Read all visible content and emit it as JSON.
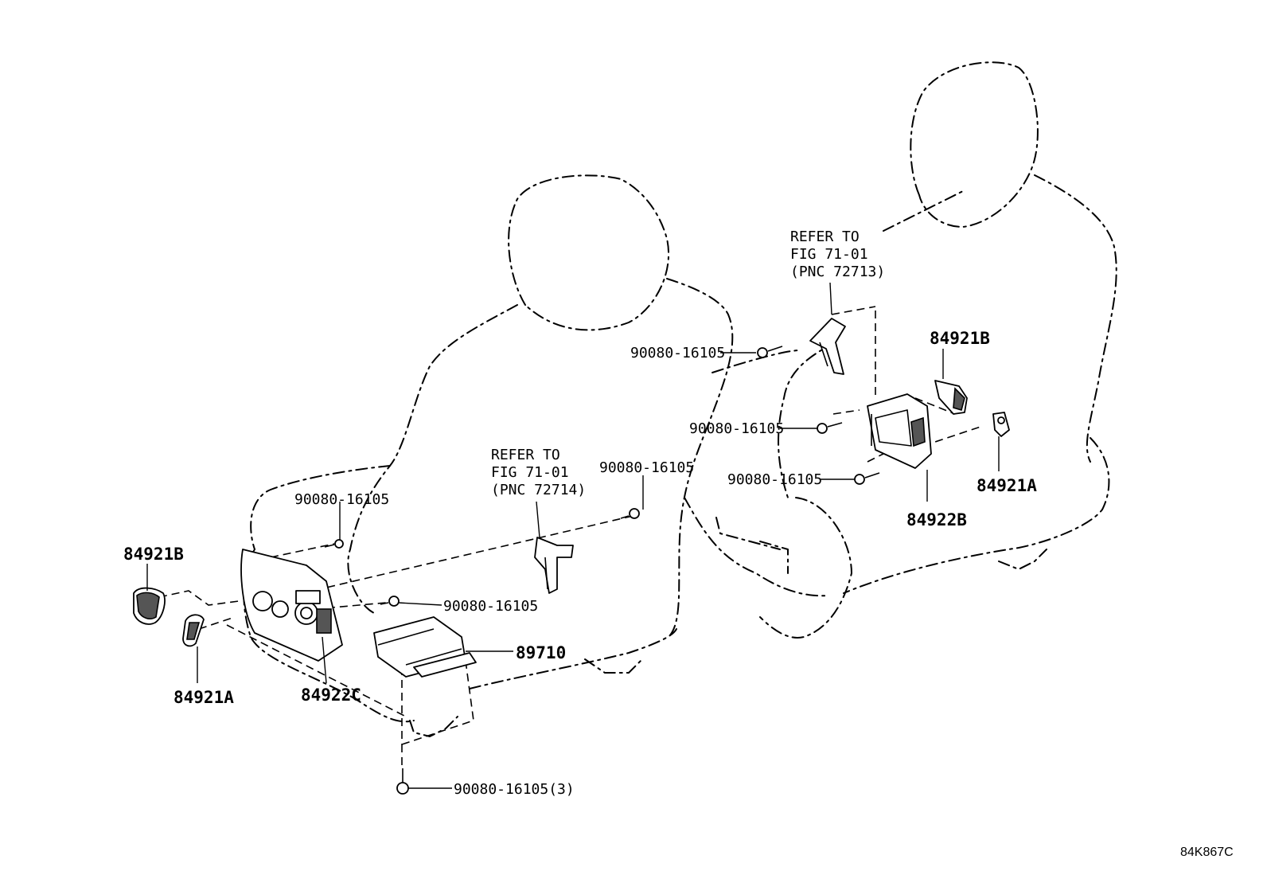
{
  "labels": {
    "refer_right_line1": "REFER TO",
    "refer_right_line2": "FIG 71-01",
    "refer_right_line3": "(PNC 72713)",
    "refer_left_line1": "REFER TO",
    "refer_left_line2": "FIG 71-01",
    "refer_left_line3": "(PNC 72714)",
    "bolt_right_top": "90080-16105",
    "bolt_right_mid": "90080-16105",
    "bolt_right_low": "90080-16105",
    "bolt_left_bracket": "90080-16105",
    "bolt_left_panel": "90080-16105",
    "bolt_left_mid": "90080-16105",
    "bolt_bottom": "90080-16105(3)",
    "part_84921B_right": "84921B",
    "part_84921A_right": "84921A",
    "part_84922B": "84922B",
    "part_84921B_left": "84921B",
    "part_84921A_left": "84921A",
    "part_84922C": "84922C",
    "part_89710": "89710",
    "figure_code": "84K867C"
  }
}
